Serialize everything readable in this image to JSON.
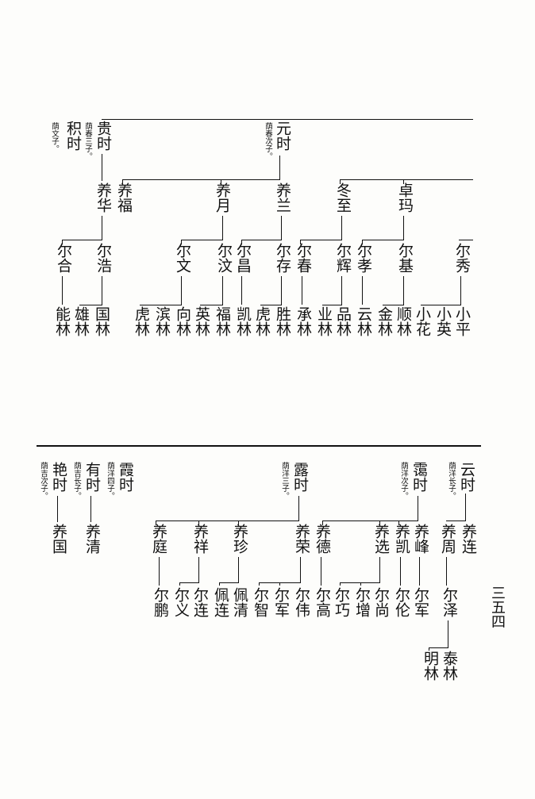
{
  "page_number": "三五四",
  "top": {
    "n_guishi": "贵时",
    "note_guishi": "荫春三子。",
    "n_jishi": "积时",
    "note_jishi": "荫文子。",
    "n_yuanshi": "元时",
    "note_yuanshi": "荫春次子。",
    "n_yanghua": "养华",
    "n_yangfu": "养福",
    "n_yangyue": "养月",
    "n_yanglan": "养兰",
    "n_dongzhi": "冬至",
    "n_zhuoma": "卓玛",
    "n_erhe": "尔合",
    "n_erhao": "尔浩",
    "n_erwen": "尔文",
    "n_erwen2": "尔汶",
    "n_erchang": "尔昌",
    "n_ercun": "尔存",
    "n_erchun": "尔春",
    "n_erhui": "尔辉",
    "n_erxiao": "尔孝",
    "n_erji": "尔基",
    "n_erxiu": "尔秀",
    "n_nenglin": "能林",
    "n_xionglin": "雄林",
    "n_guolin": "国林",
    "n_hulin": "虎林",
    "n_binlin": "滨林",
    "n_xianglin": "向林",
    "n_yinglin": "英林",
    "n_fulin": "福林",
    "n_kailin": "凯林",
    "n_hulin2": "虎林",
    "n_shenglin": "胜林",
    "n_chenglin": "承林",
    "n_yelin": "业林",
    "n_pinlin": "品林",
    "n_yunlin": "云林",
    "n_jinlin": "金林",
    "n_shunlin": "顺林",
    "n_xiaohua": "小花",
    "n_xiaoying": "小英",
    "n_xiaoping": "小平"
  },
  "bottom": {
    "n_yunshi": "云时",
    "note_yunshi": "荫洋长子。",
    "n_aishi": "霭时",
    "note_aishi": "荫洋次子。",
    "n_lushi": "露时",
    "note_lushi": "荫洋三子。",
    "n_xiashi": "霞时",
    "note_xiashi": "荫洋四子。",
    "n_youshi": "有时",
    "note_youshi": "荫吉长子。",
    "n_yanshi": "艳时",
    "note_yanshi": "荫吉次子。",
    "n_yanglian": "养连",
    "n_yangzhou": "养周",
    "n_yangfeng": "养峰",
    "n_yangkai": "养凯",
    "n_yangxuan": "养选",
    "n_yangde": "养德",
    "n_yangrong": "养荣",
    "n_yangzhen": "养珍",
    "n_yangxiang": "养祥",
    "n_yangting": "养庭",
    "n_yangqing": "养清",
    "n_yangguo": "养国",
    "n_erze": "尔泽",
    "n_erjun": "尔军",
    "n_erlun": "尔伦",
    "n_ershang": "尔尚",
    "n_erzeng": "尔增",
    "n_erqiao": "尔巧",
    "n_ergao": "尔高",
    "n_erwei": "尔伟",
    "n_erjun2": "尔军",
    "n_erzhi": "尔智",
    "n_peiqing": "佩清",
    "n_peilian": "佩连",
    "n_erlian": "尔连",
    "n_eryi": "尔义",
    "n_erpeng": "尔鹏",
    "n_tailin": "泰林",
    "n_minglin": "明林"
  }
}
